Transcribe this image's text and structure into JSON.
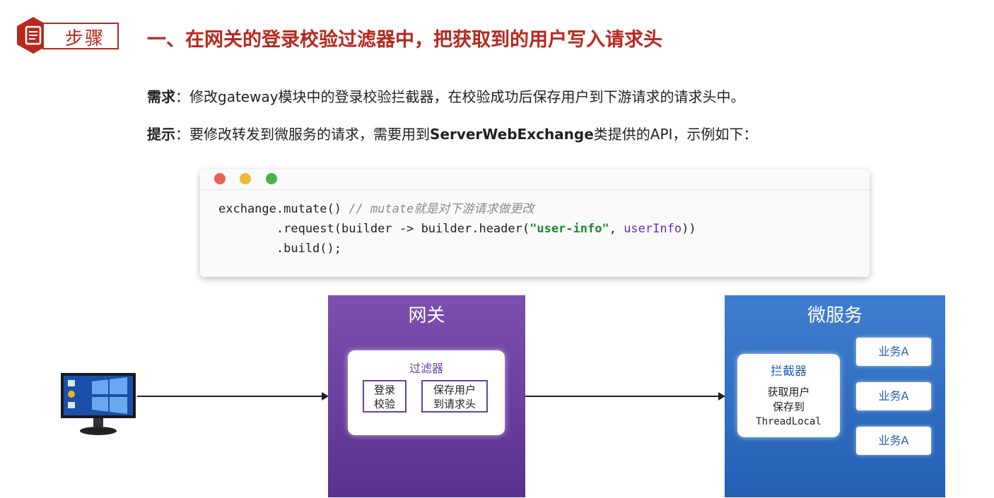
{
  "header": {
    "badge_label": "步骤",
    "title": "一、在网关的登录校验过滤器中，把获取到的用户写入请求头"
  },
  "requirement": {
    "label": "需求",
    "text": "：修改gateway模块中的登录校验拦截器，在校验成功后保存用户到下游请求的请求头中。"
  },
  "hint": {
    "label": "提示",
    "text_before": "：要修改转发到微服务的请求，需要用到",
    "emphasis": "ServerWebExchange",
    "text_after": "类提供的API，示例如下："
  },
  "code": {
    "line1_code": "exchange.mutate() ",
    "line1_comment": "// mutate就是对下游请求做更改",
    "line2_prefix": "        .request(builder -> builder.header(",
    "line2_string": "\"user-info\"",
    "line2_mid": ", ",
    "line2_var": "userInfo",
    "line2_suffix": "))",
    "line3": "        .build();"
  },
  "diagram": {
    "gateway": {
      "title": "网关",
      "filter_label": "过滤器",
      "step1_line1": "登录",
      "step1_line2": "校验",
      "step2_line1": "保存用户",
      "step2_line2": "到请求头"
    },
    "microservice": {
      "title": "微服务",
      "interceptor_label": "拦截器",
      "line1": "获取用户",
      "line2": "保存到",
      "line3": "ThreadLocal",
      "businesses": [
        "业务A",
        "业务A",
        "业务A"
      ]
    }
  }
}
